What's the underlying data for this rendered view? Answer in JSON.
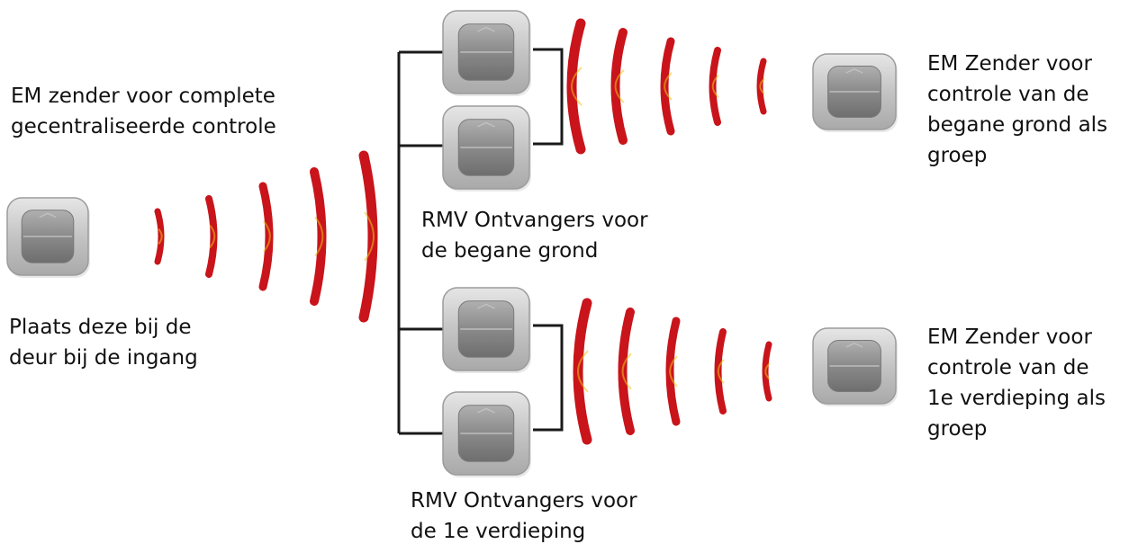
{
  "labels": {
    "central_sender": [
      "EM zender voor complete",
      "gecentraliseerde controle"
    ],
    "placement": [
      "Plaats deze bij de",
      "deur bij de ingang"
    ],
    "ground_receivers": [
      "RMV Ontvangers voor",
      "de begane grond"
    ],
    "first_receivers": [
      "RMV Ontvangers voor",
      "de 1e verdieping"
    ],
    "ground_sender": [
      "EM Zender voor",
      "controle van de",
      "begane grond als",
      "groep"
    ],
    "first_sender": [
      "EM Zender voor",
      "controle van de",
      "1e verdieping als",
      "groep"
    ]
  },
  "colors": {
    "wave": "#c8141a",
    "wave_highlight": "#f0c419",
    "line": "#1a1a1a",
    "device_outer": "#c9c9c9",
    "device_inner": "#8f8f8f"
  },
  "icons": [
    "remote-sender-icon",
    "receiver-icon",
    "radio-wave-icon"
  ]
}
